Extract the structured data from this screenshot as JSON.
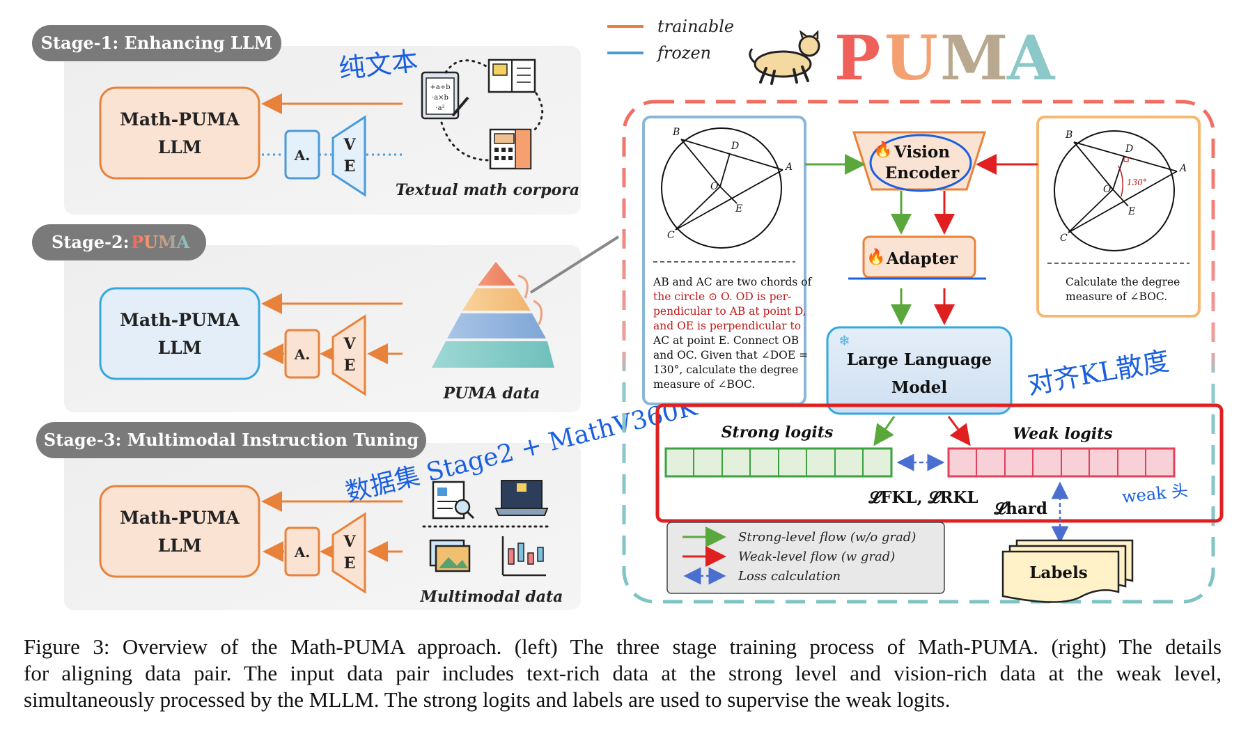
{
  "legend_top": {
    "trainable": "trainable",
    "frozen": "frozen"
  },
  "title": {
    "letters": [
      "P",
      "U",
      "M",
      "A"
    ]
  },
  "stages": [
    {
      "label": "Stage-1: Enhancing LLM",
      "llm_line1": "Math-PUMA",
      "llm_line2": "LLM",
      "adapter": "A.",
      "ve_v": "V",
      "ve_e": "E",
      "data_label": "Textual math corpora",
      "note": "纯文本"
    },
    {
      "label_prefix": "Stage-2: ",
      "label_puma": "PUMA",
      "llm_line1": "Math-PUMA",
      "llm_line2": "LLM",
      "adapter": "A.",
      "ve_v": "V",
      "ve_e": "E",
      "data_label": "PUMA data"
    },
    {
      "label": "Stage-3: Multimodal Instruction Tuning",
      "llm_line1": "Math-PUMA",
      "llm_line2": "LLM",
      "adapter": "A.",
      "ve_v": "V",
      "ve_e": "E",
      "data_label": "Multimodal data",
      "note": "数据集 Stage2 + MathV360K"
    }
  ],
  "right_panel": {
    "diagram_points": {
      "B": "B",
      "D": "D",
      "A": "A",
      "O": "O",
      "E": "E",
      "C": "C"
    },
    "angle": "130°",
    "text_strong": [
      "AB and AC are two chords of",
      "the circle ⊙ O. OD is per-",
      "pendicular to AB at point D,",
      "and OE is perpendicular to",
      "AC at point E. Connect OB",
      "and OC. Given that ∠DOE =",
      "130°, calculate the degree",
      "measure of ∠BOC."
    ],
    "text_weak": [
      "Calculate the degree",
      "measure of ∠BOC."
    ],
    "vision_encoder_1": "Vision",
    "vision_encoder_2": "Encoder",
    "adapter": "Adapter",
    "llm_1": "Large Language",
    "llm_2": "Model",
    "strong_logits": "Strong logits",
    "weak_logits": "Weak logits",
    "loss_kl": "𝓛FKL, 𝓛RKL",
    "loss_hard": "𝓛hard",
    "labels": "Labels",
    "note_kl": "对齐KL散度",
    "note_weak": "weak 头",
    "legend": {
      "strong": "Strong-level flow (w/o grad)",
      "weak": "Weak-level flow (w grad)",
      "loss": "Loss calculation"
    }
  },
  "caption": {
    "lines": [
      "Figure 3: Overview of the Math-PUMA approach. (left) The three stage training process of Math-PUMA. (right) The details",
      "for aligning data pair. The input data pair includes text-rich data at the strong level and vision-rich data at the weak level,",
      "simultaneously processed by the MLLM. The strong logits and labels are used to supervise the weak logits."
    ]
  },
  "colors": {
    "trainable": "#e8823a",
    "frozen": "#4a9ad8",
    "strong_flow": "#5aa83c",
    "weak_flow": "#e02020",
    "loss": "#4a6fd0",
    "handwriting": "#1a5fe0"
  }
}
